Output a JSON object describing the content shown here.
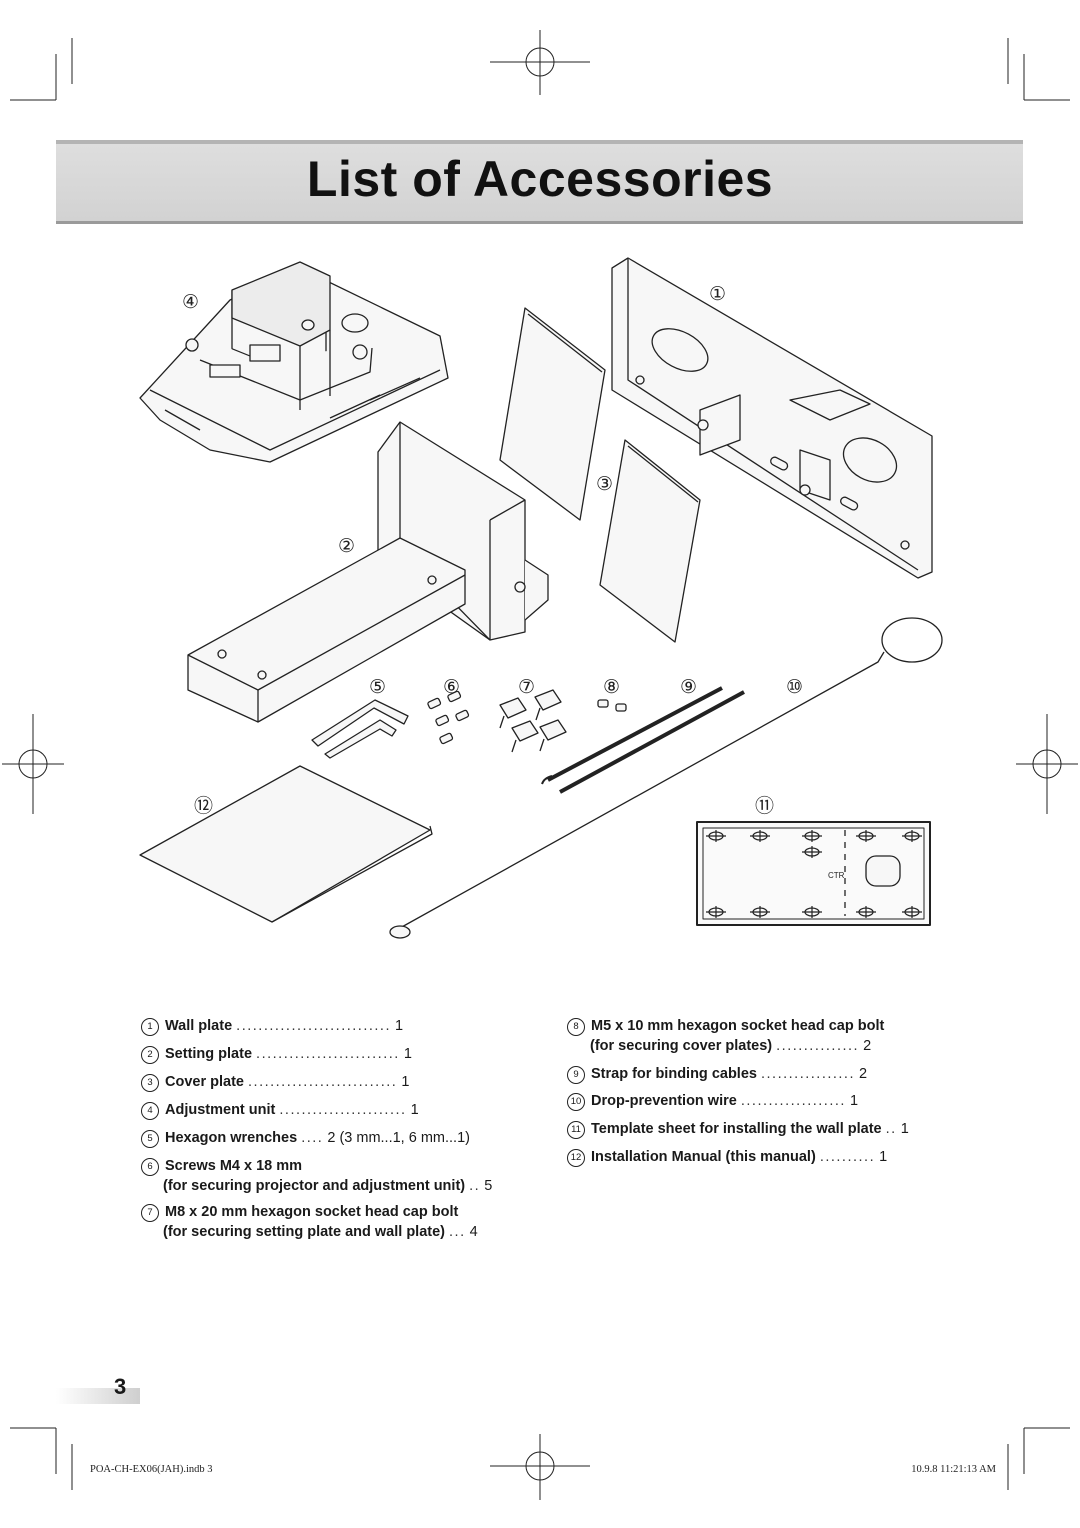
{
  "title": "List of Accessories",
  "diagram_labels": {
    "n1": "①",
    "n2": "②",
    "n3": "③",
    "n4": "④",
    "n5": "⑤",
    "n6": "⑥",
    "n7": "⑦",
    "n8": "⑧",
    "n9": "⑨",
    "n10": "⑩",
    "n11": "⑪",
    "n12": "⑫",
    "template_ctr": "CTR"
  },
  "accessories": [
    {
      "num": "1",
      "name": "Wall plate",
      "dots": "............................",
      "qty": "1"
    },
    {
      "num": "2",
      "name": "Setting plate",
      "dots": "..........................",
      "qty": "1"
    },
    {
      "num": "3",
      "name": "Cover plate",
      "dots": "...........................",
      "qty": "1"
    },
    {
      "num": "4",
      "name": "Adjustment unit",
      "dots": ".......................",
      "qty": "1"
    },
    {
      "num": "5",
      "name": "Hexagon wrenches",
      "dots": "....",
      "qty": "2 (3 mm...1,  6 mm...1)"
    },
    {
      "num": "6",
      "name": "Screws M4 x 18 mm",
      "sub": "(for securing projector and adjustment unit)",
      "dots": "..",
      "qty": "5"
    },
    {
      "num": "7",
      "name": "M8 x 20 mm hexagon socket head cap bolt",
      "sub": "(for securing setting plate and wall plate)",
      "dots": "...",
      "qty": "4"
    },
    {
      "num": "8",
      "name": "M5 x 10 mm hexagon socket head cap bolt",
      "sub": "(for securing cover plates)",
      "dots": "...............",
      "qty": "2"
    },
    {
      "num": "9",
      "name": "Strap for binding cables",
      "dots": ".................",
      "qty": "2"
    },
    {
      "num": "10",
      "name": "Drop-prevention wire",
      "dots": "...................",
      "qty": "1"
    },
    {
      "num": "11",
      "name": "Template sheet for installing the wall plate",
      "dots": "..",
      "qty": "1"
    },
    {
      "num": "12",
      "name": "Installation Manual (this manual)",
      "dots": "..........",
      "qty": "1"
    }
  ],
  "page_number": "3",
  "footer": {
    "file": "POA-CH-EX06(JAH).indb   3",
    "date": "10.9.8   11:21:13 AM"
  }
}
